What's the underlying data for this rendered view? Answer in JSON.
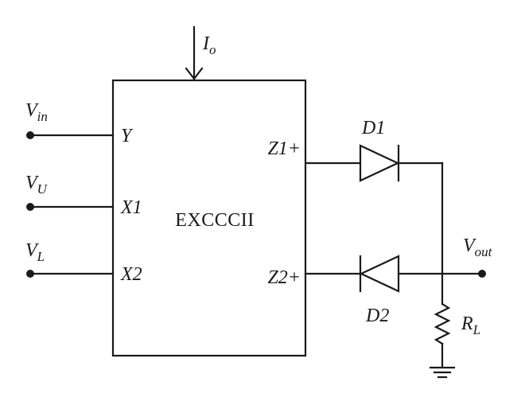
{
  "block": {
    "name": "EXCCCII",
    "pins": {
      "y": "Y",
      "x1": "X1",
      "x2": "X2",
      "z1": "Z1+",
      "z2": "Z2+"
    }
  },
  "bias_current": {
    "main": "I",
    "sub": "o"
  },
  "inputs": {
    "vin": {
      "main": "V",
      "sub": "in"
    },
    "vu": {
      "main": "V",
      "sub": "U"
    },
    "vl": {
      "main": "V",
      "sub": "L"
    }
  },
  "diodes": {
    "d1": "D1",
    "d2": "D2"
  },
  "output": {
    "main": "V",
    "sub": "out"
  },
  "load": {
    "main": "R",
    "sub": "L"
  }
}
